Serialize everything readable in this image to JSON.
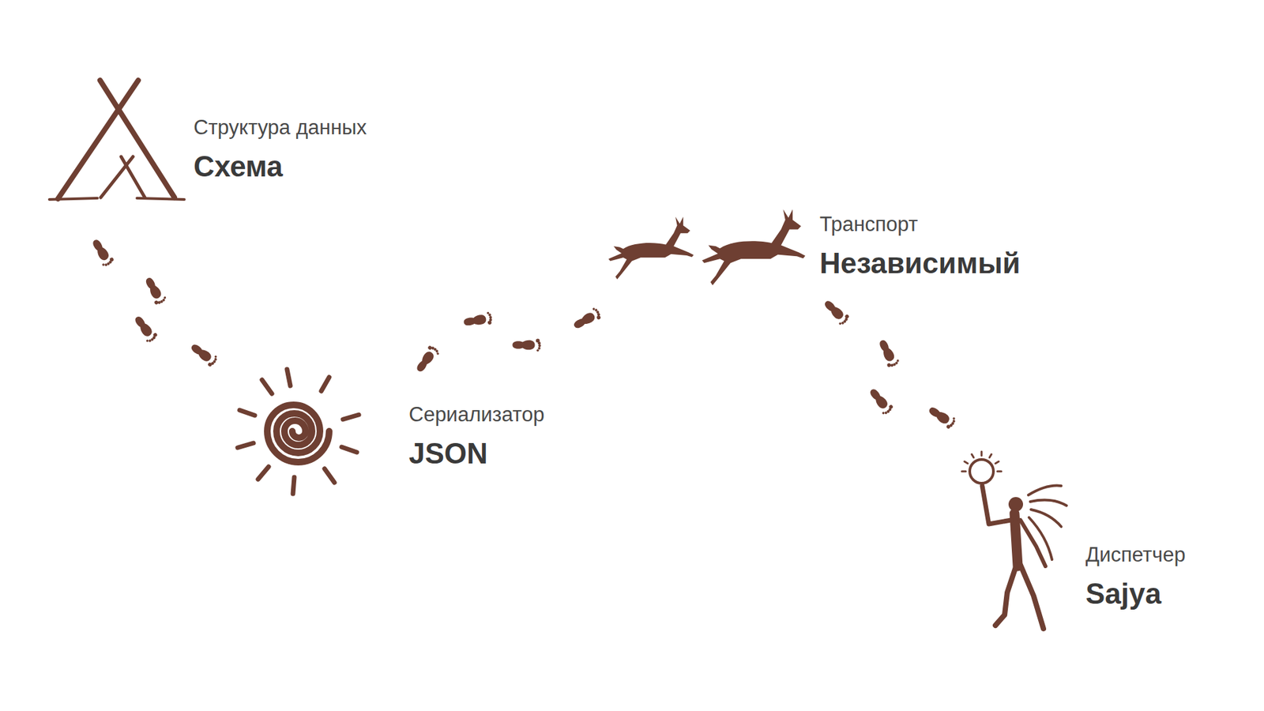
{
  "diagram": {
    "nodes": [
      {
        "text": [
          "Структура данных",
          "Схема"
        ]
      },
      {
        "text": [
          "Сериализатор",
          "JSON"
        ]
      },
      {
        "text": [
          "Транспорт",
          "Независимый"
        ]
      },
      {
        "text": [
          "Диспетчер",
          "Sajya"
        ]
      }
    ],
    "edges": [
      {
        "from": 0,
        "to": 1,
        "arrow": "none"
      },
      {
        "from": 1,
        "to": 2,
        "arrow": "none"
      },
      {
        "from": 2,
        "to": 3,
        "arrow": "none"
      }
    ]
  }
}
